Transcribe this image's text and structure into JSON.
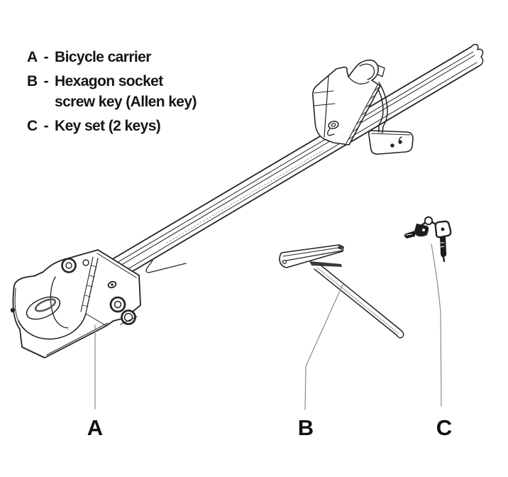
{
  "colors": {
    "background": "#ffffff",
    "ink": "#242424",
    "leader_line": "#8a8a8a",
    "label_text": "#111111"
  },
  "legend": {
    "items": [
      {
        "letter": "A",
        "separator": "-",
        "lines": [
          "Bicycle carrier"
        ]
      },
      {
        "letter": "B",
        "separator": "-",
        "lines": [
          "Hexagon socket",
          "screw key (Allen key)"
        ]
      },
      {
        "letter": "C",
        "separator": "-",
        "lines": [
          "Key set (2 keys)"
        ]
      }
    ]
  },
  "callouts": [
    {
      "label": "A",
      "part": "Bicycle carrier"
    },
    {
      "label": "B",
      "part": "Hexagon socket screw key (Allen key)"
    },
    {
      "label": "C",
      "part": "Key set (2 keys)"
    }
  ]
}
